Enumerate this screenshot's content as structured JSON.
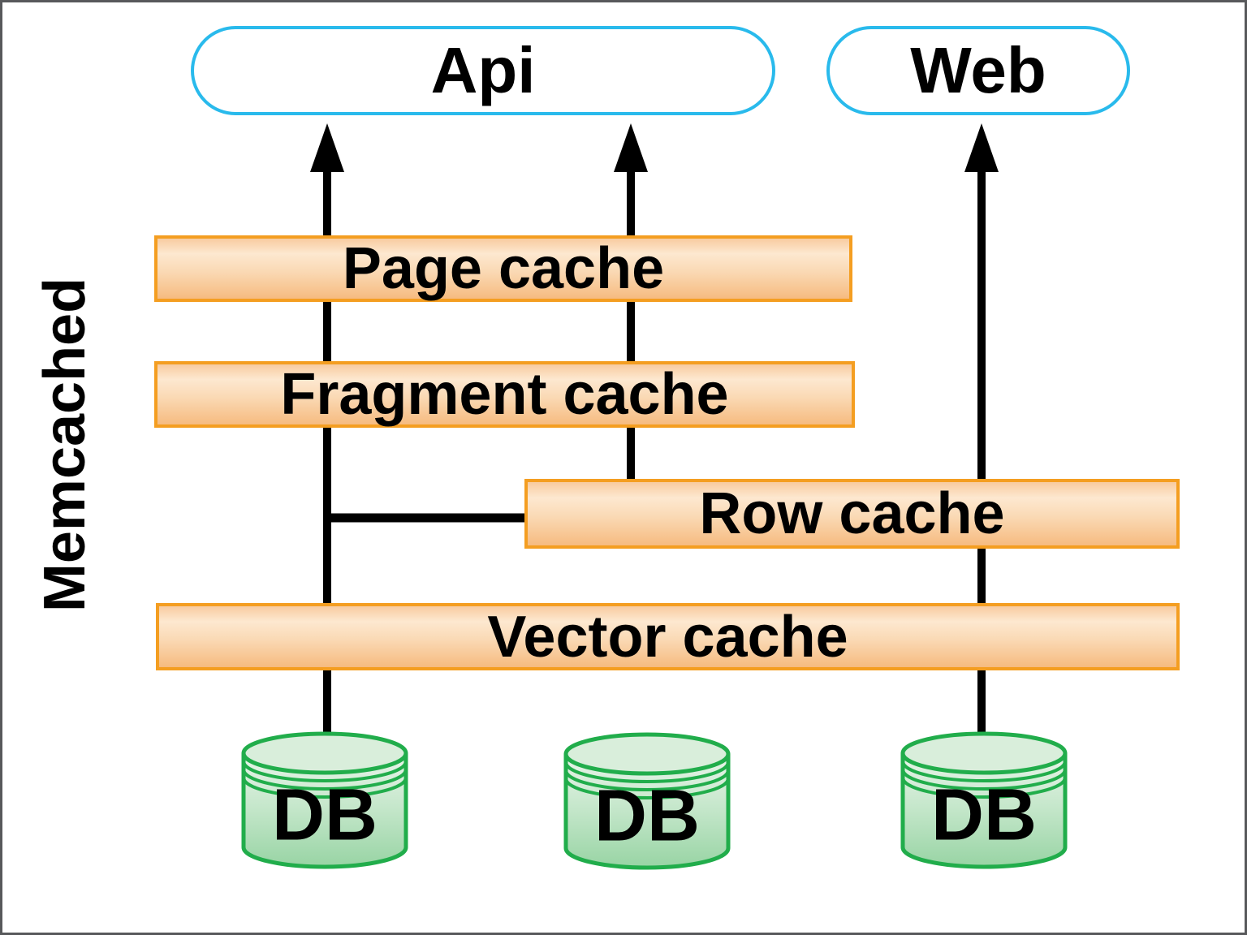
{
  "colors": {
    "accent-cyan": "#29BAEC",
    "orange-border": "#F49E21",
    "orange-fill-light": "#FDE8D0",
    "orange-fill-dark": "#F6BB80",
    "green-border": "#21AD4B",
    "green-fill-light": "#E9F5EA",
    "green-fill-dark": "#98D4A4",
    "line-black": "#000000",
    "frame-gray": "#58595B"
  },
  "diagram": {
    "side_label": "Memcached",
    "endpoints": {
      "api": "Api",
      "web": "Web"
    },
    "caches": [
      {
        "label": "Page cache"
      },
      {
        "label": "Fragment cache"
      },
      {
        "label": "Row cache"
      },
      {
        "label": "Vector cache"
      }
    ],
    "databases": [
      {
        "label": "DB"
      },
      {
        "label": "DB"
      },
      {
        "label": "DB"
      }
    ],
    "connections": [
      {
        "from": "DB (left)",
        "to": "Api",
        "type": "arrow-up"
      },
      {
        "from": "Row cache",
        "to": "Api",
        "type": "arrow-up"
      },
      {
        "from": "DB (right)",
        "to": "Web",
        "type": "arrow-up"
      },
      {
        "from": "left vertical line",
        "to": "Row cache",
        "type": "horizontal-line"
      }
    ]
  }
}
